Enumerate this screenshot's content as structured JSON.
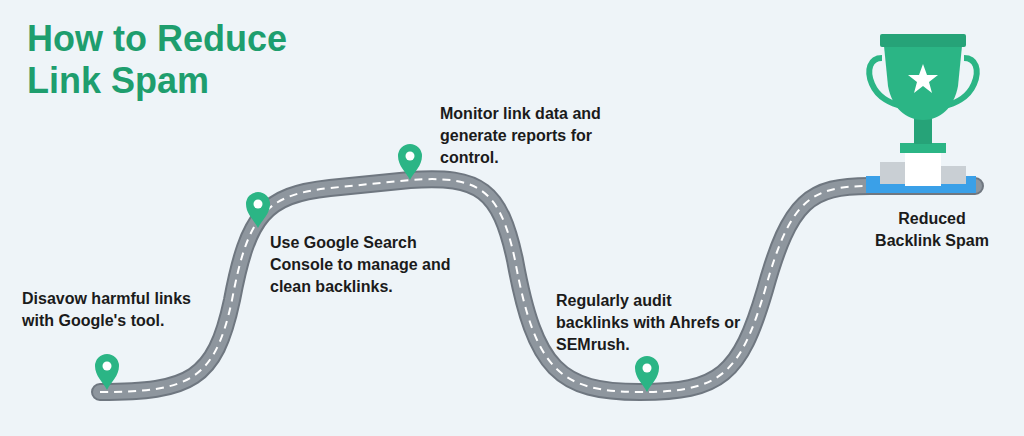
{
  "diagram": {
    "title": "How to Reduce Link Spam",
    "labels": [
      "Disavow harmful links with Google's tool.",
      "Use Google Search Console to manage and clean backlinks.",
      "Monitor link data and generate reports for control.",
      "Regularly audit backlinks with Ahrefs or SEMrush.",
      "Reduced Backlink Spam"
    ]
  }
}
